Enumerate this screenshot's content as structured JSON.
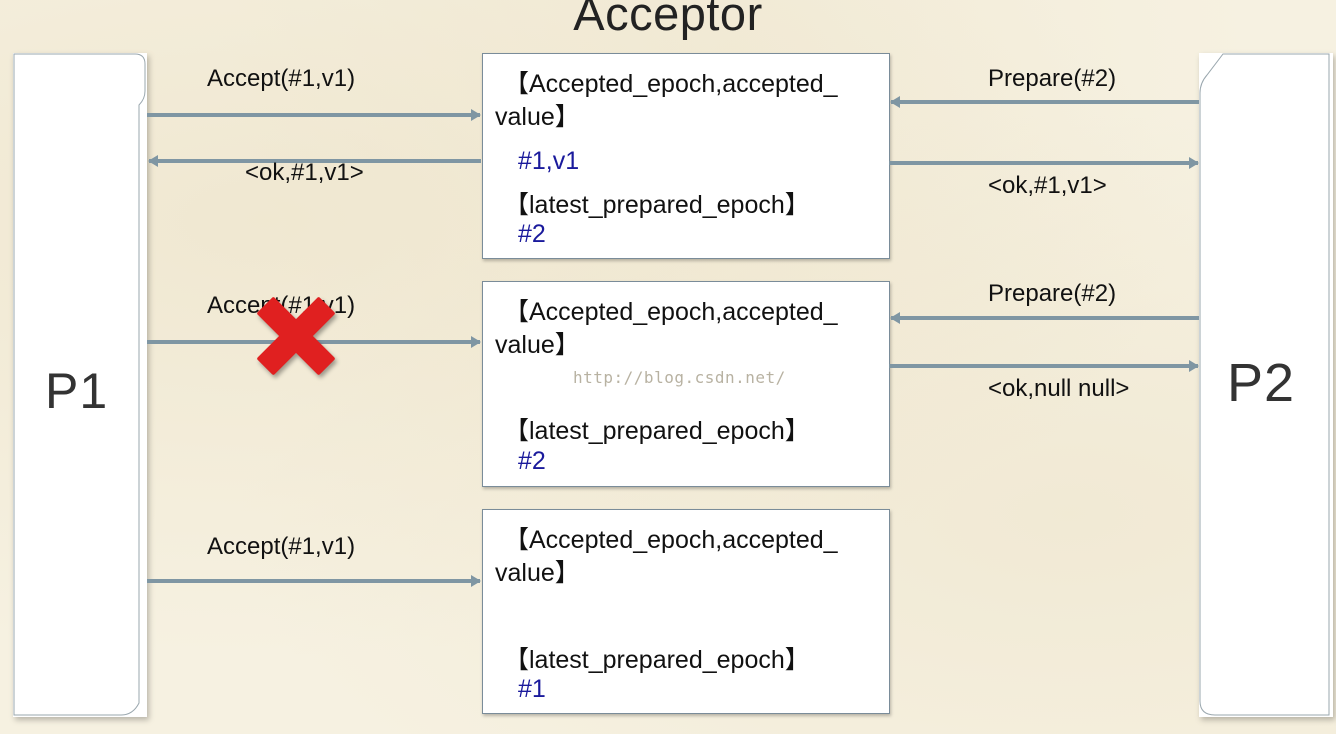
{
  "title": "Acceptor",
  "proposers": {
    "left": "P1",
    "right": "P2"
  },
  "acceptors": [
    {
      "header_line1": "【Accepted_epoch,accepted_",
      "header_line2": "value】",
      "accepted_value": "#1,v1",
      "latest_label": "【latest_prepared_epoch】",
      "latest_value": "#2"
    },
    {
      "header_line1": "【Accepted_epoch,accepted_",
      "header_line2": "value】",
      "accepted_value": "",
      "latest_label": "【latest_prepared_epoch】",
      "latest_value": "#2"
    },
    {
      "header_line1": "【Accepted_epoch,accepted_",
      "header_line2": "value】",
      "accepted_value": "",
      "latest_label": "【latest_prepared_epoch】",
      "latest_value": "#1"
    }
  ],
  "messages": {
    "row1_accept": "Accept(#1,v1)",
    "row1_ok_left": "<ok,#1,v1>",
    "row1_prepare": "Prepare(#2)",
    "row1_ok_right": "<ok,#1,v1>",
    "row2_accept": "Accept(#1,v1)",
    "row2_prepare": "Prepare(#2)",
    "row2_ok_right": "<ok,null null>",
    "row3_accept": "Accept(#1,v1)"
  },
  "watermark": "http://blog.csdn.net/",
  "colors": {
    "background": "#f6f1e1",
    "arrow": "#7f96a3",
    "value_text": "#1a1a9c",
    "cross": "#e02020"
  },
  "icons": {
    "failed_message": "cross-icon"
  }
}
